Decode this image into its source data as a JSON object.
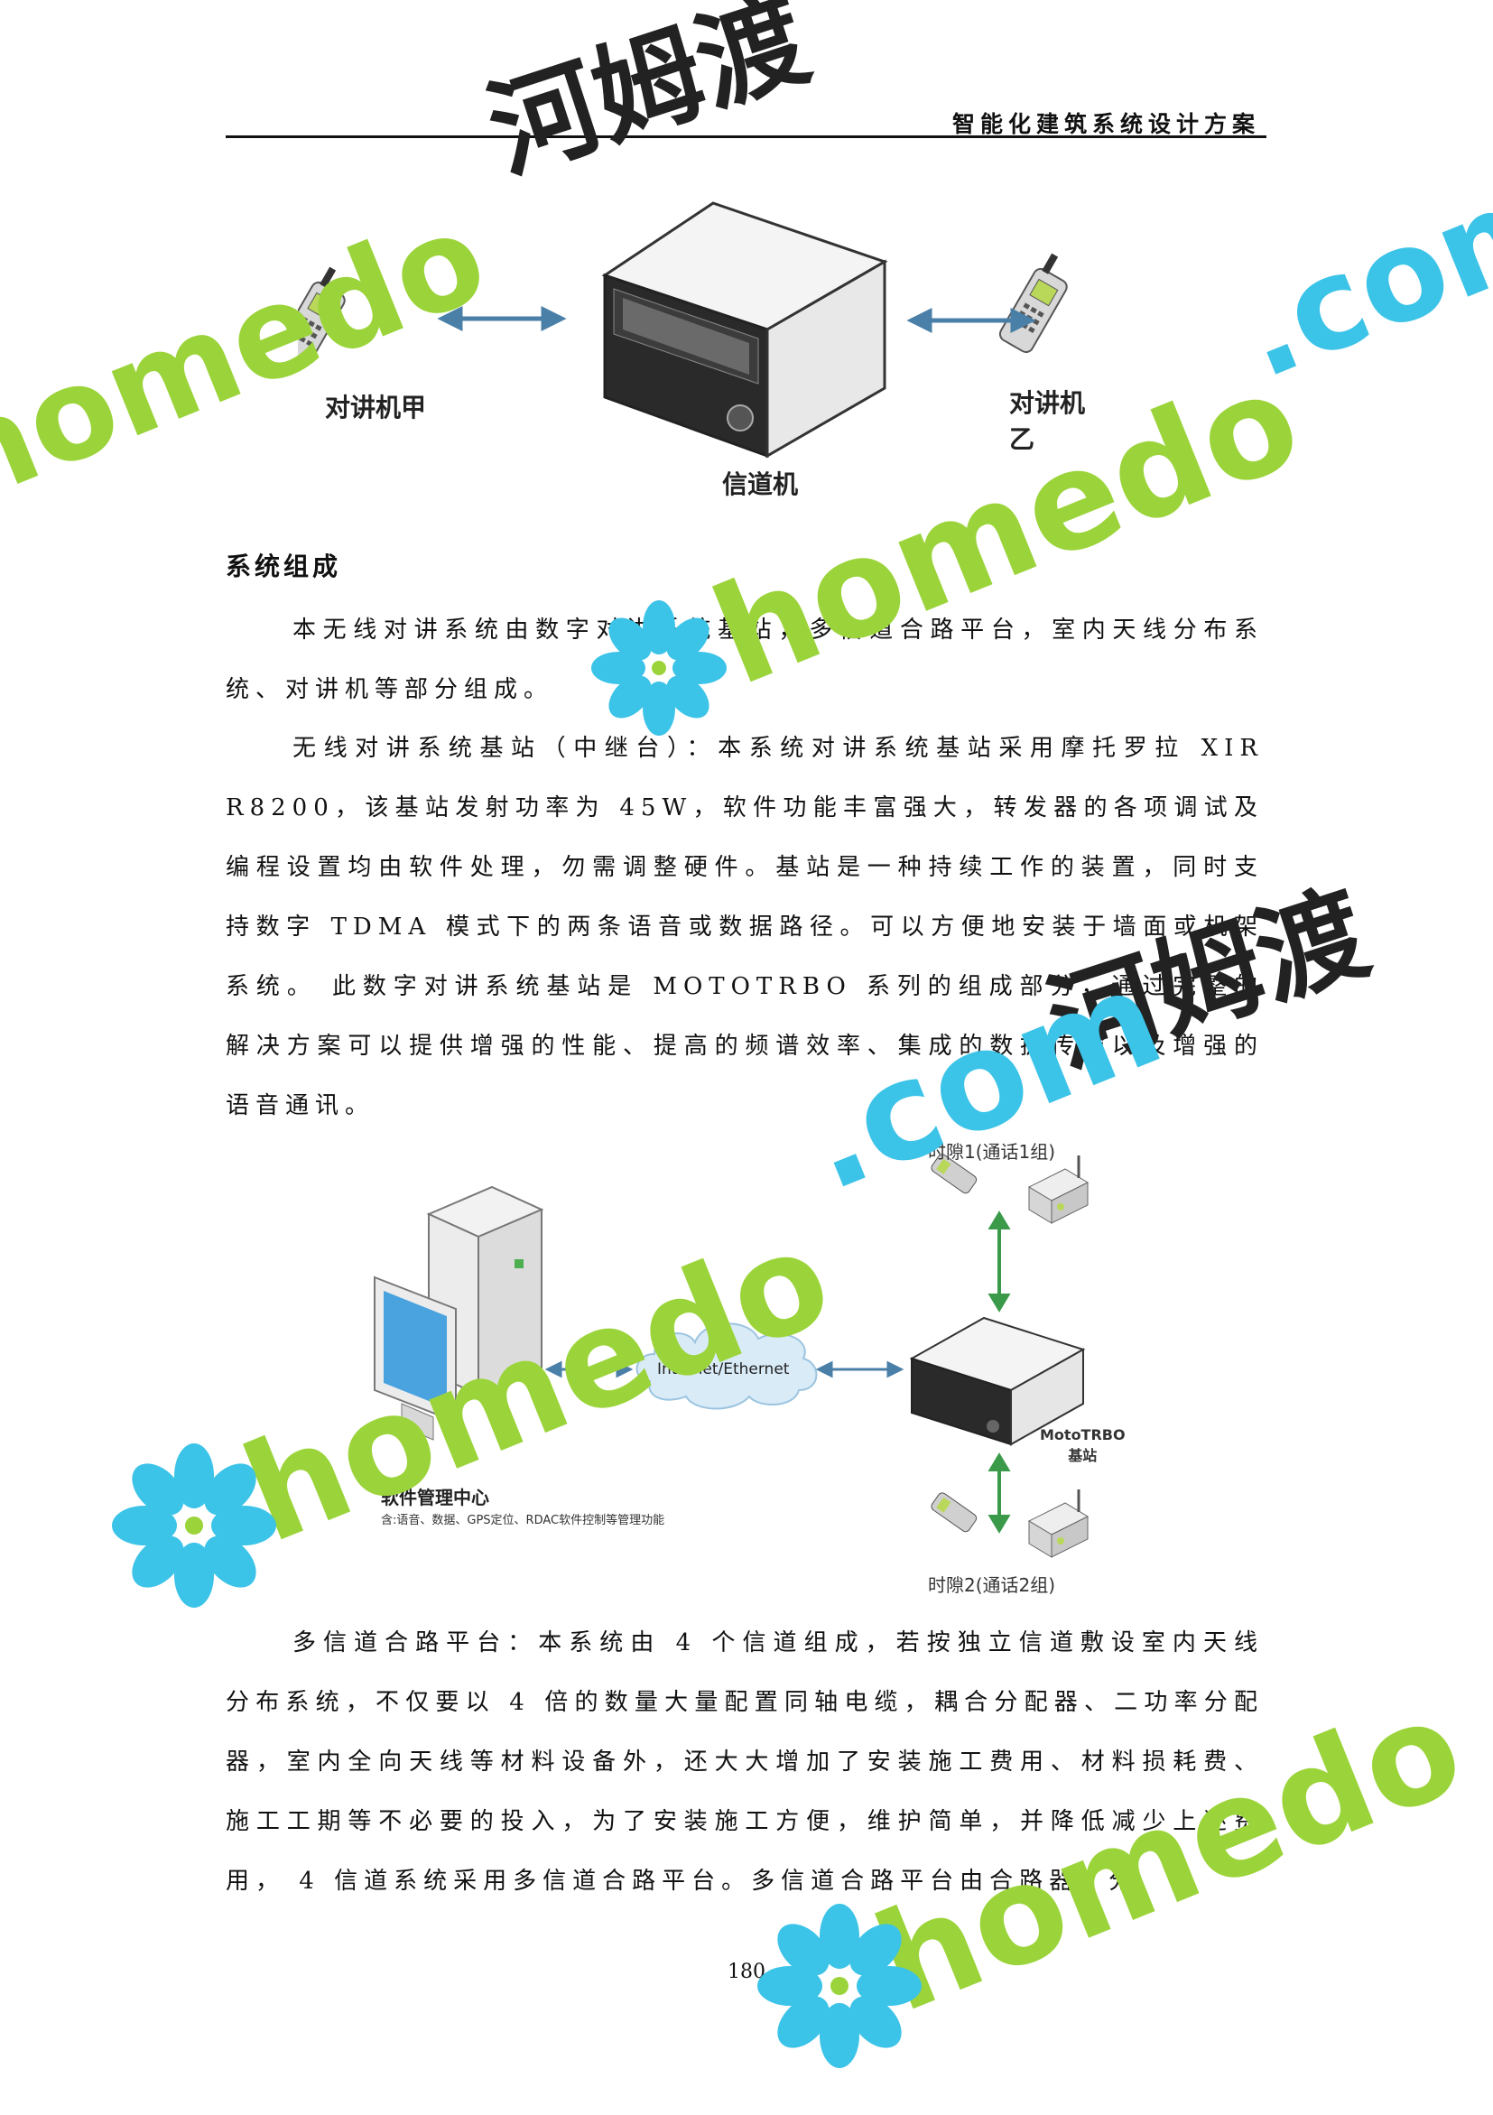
{
  "header": {
    "title": "智能化建筑系统设计方案"
  },
  "figure1": {
    "left_label": "对讲机甲",
    "right_label": "对讲机乙",
    "center_label": "信道机"
  },
  "section": {
    "heading": "系统组成"
  },
  "paragraphs": {
    "p1": "本无线对讲系统由数字对讲系统基站，多信道合路平台，室内天线分布系统、对讲机等部分组成。",
    "p2": "无线对讲系统基站（中继台）：本系统对讲系统基站采用摩托罗拉 XIR R8200，该基站发射功率为 45W，软件功能丰富强大，转发器的各项调试及编程设置均由软件处理，勿需调整硬件。基站是一种持续工作的装置，同时支持数字 TDMA 模式下的两条语音或数据路径。可以方便地安装于墙面或机架系统。 此数字对讲系统基站是 MOTOTRBO 系列的组成部分，通过完整的解决方案可以提供增强的性能、提高的频谱效率、集成的数据传输以及增强的语音通讯。",
    "p3": "多信道合路平台：本系统由 4 个信道组成，若按独立信道敷设室内天线分布系统，不仅要以 4 倍的数量大量配置同轴电缆，耦合分配器、二功率分配器，室内全向天线等材料设备外，还大大增加了安装施工费用、材料损耗费、施工工期等不必要的投入，为了安装施工方便，维护简单，并降低减少上述费用， 4 信道系统采用多信道合路平台。多信道合路平台由合路器、分"
  },
  "figure2": {
    "slot1_label": "时隙1(通话1组)",
    "slot2_label": "时隙2(通话2组)",
    "cloud_label": "Internet/Ethernet",
    "station_label_line1": "MotoTRBO",
    "station_label_line2": "基站",
    "center_label": "软件管理中心",
    "center_sublabel": "含:语音、数据、GPS定位、RDAC软件控制等管理功能"
  },
  "footer": {
    "page_number": "180"
  },
  "watermark": {
    "cn": "河姆渡",
    "en1": "homedo",
    "en2": ".com"
  },
  "colors": {
    "arrow_blue": "#4a7fa8",
    "arrow_green": "#3a9a4a",
    "wm_blue": "#3cc3e8",
    "wm_green": "#9bd43a",
    "wm_dark": "#222222"
  }
}
